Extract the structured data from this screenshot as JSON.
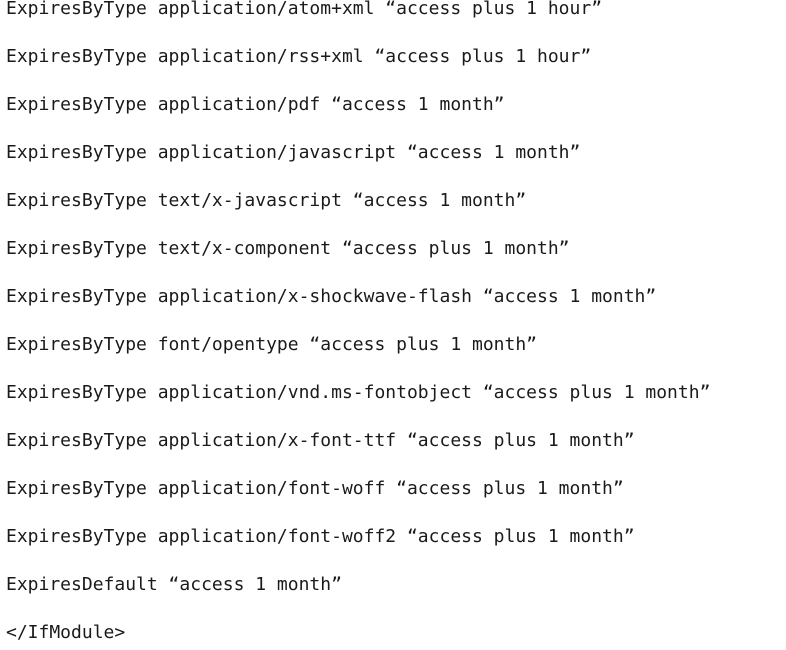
{
  "document": {
    "lines": [
      "ExpiresByType application/atom+xml “access plus 1 hour”",
      "ExpiresByType application/rss+xml “access plus 1 hour”",
      "ExpiresByType application/pdf “access 1 month”",
      "ExpiresByType application/javascript “access 1 month”",
      "ExpiresByType text/x-javascript “access 1 month”",
      "ExpiresByType text/x-component “access plus 1 month”",
      "ExpiresByType application/x-shockwave-flash “access 1 month”",
      "ExpiresByType font/opentype “access plus 1 month”",
      "ExpiresByType application/vnd.ms-fontobject “access plus 1 month”",
      "ExpiresByType application/x-font-ttf “access plus 1 month”",
      "ExpiresByType application/font-woff “access plus 1 month”",
      "ExpiresByType application/font-woff2 “access plus 1 month”",
      "ExpiresDefault “access 1 month”",
      "</IfModule>"
    ]
  },
  "colors": {
    "text": "#1a1a1a",
    "background": "#ffffff"
  }
}
